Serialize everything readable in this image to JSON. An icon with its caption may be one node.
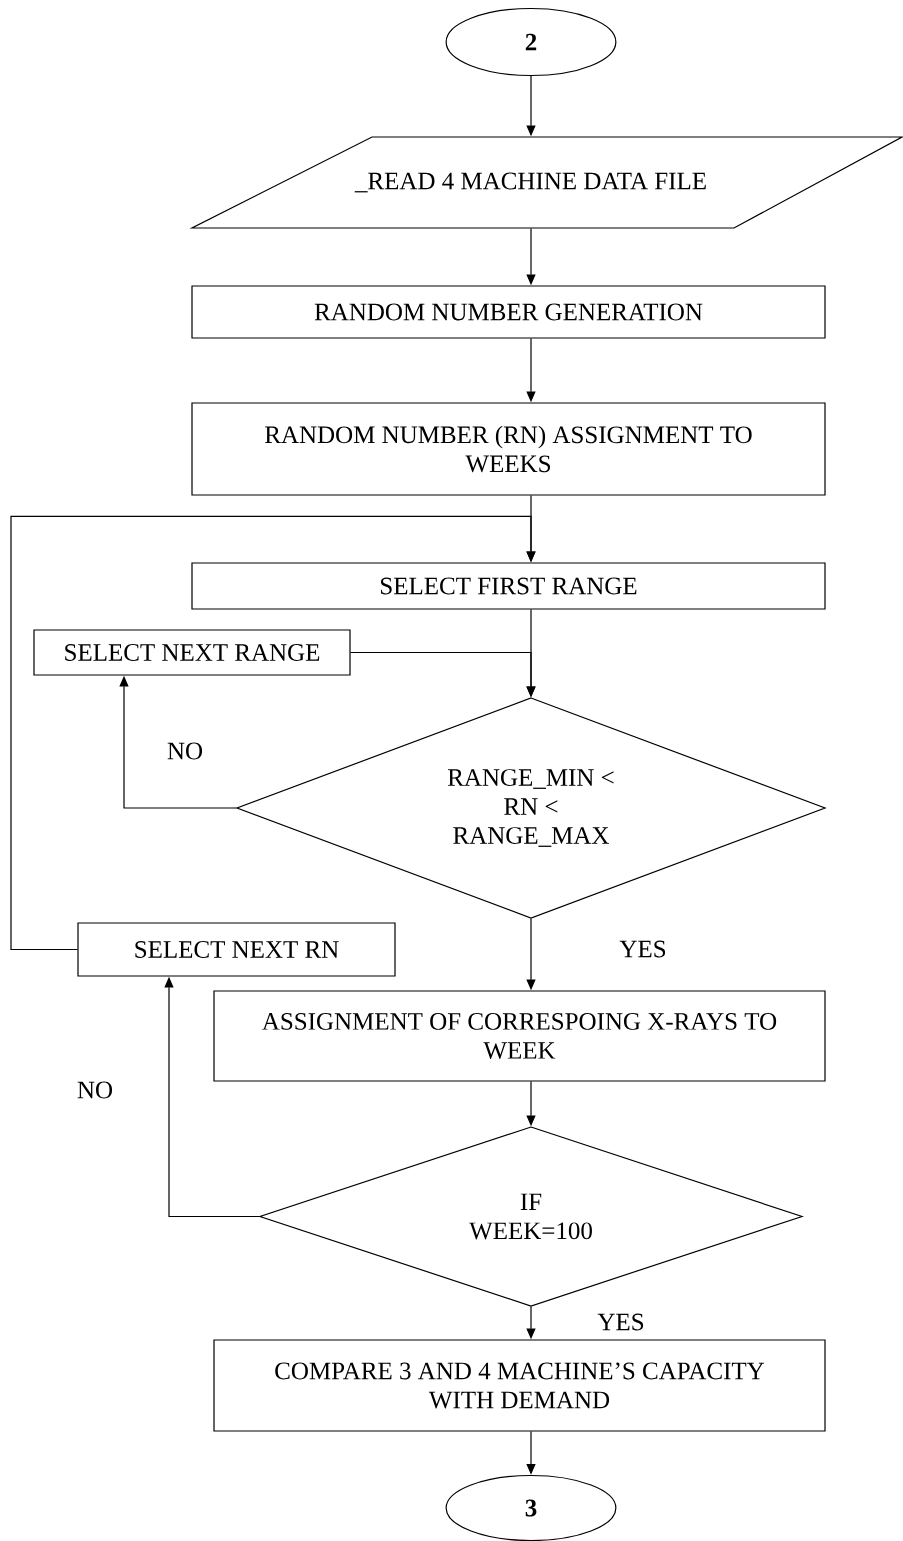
{
  "diagram": {
    "nodes": [
      {
        "text": [
          "2"
        ]
      },
      {
        "text": [
          "_READ 4 MACHINE DATA FILE"
        ]
      },
      {
        "text": [
          "RANDOM NUMBER GENERATION"
        ]
      },
      {
        "text": [
          "RANDOM NUMBER (RN) ASSIGNMENT TO WEEKS"
        ]
      },
      {
        "text": [
          "SELECT FIRST RANGE"
        ]
      },
      {
        "text": [
          "SELECT NEXT RANGE"
        ]
      },
      {
        "text": [
          "RANGE_MIN < RN < RANGE_MAX"
        ]
      },
      {
        "text": [
          "SELECT NEXT RN"
        ]
      },
      {
        "text": [
          "ASSIGNMENT OF CORRESPOING X-RAYS TO WEEK"
        ]
      },
      {
        "text": [
          "IF WEEK=100"
        ]
      },
      {
        "text": [
          "COMPARE 3 AND 4 MACHINE’S CAPACITY WITH DEMAND"
        ]
      },
      {
        "text": [
          "3"
        ]
      }
    ],
    "edges": [
      {
        "from": 0,
        "to": 1,
        "arrow": "to"
      },
      {
        "from": 1,
        "to": 2,
        "arrow": "to"
      },
      {
        "from": 2,
        "to": 3,
        "arrow": "to"
      },
      {
        "from": 3,
        "to": 4,
        "arrow": "to"
      },
      {
        "from": 4,
        "to": 6,
        "arrow": "to"
      },
      {
        "from": 5,
        "to": 6,
        "arrow": "to"
      },
      {
        "from": 6,
        "to": 5,
        "arrow": "to",
        "label": "NO"
      },
      {
        "from": 6,
        "to": 8,
        "arrow": "to",
        "label": "YES"
      },
      {
        "from": 7,
        "to": 4,
        "arrow": "to"
      },
      {
        "from": 8,
        "to": 9,
        "arrow": "to"
      },
      {
        "from": 9,
        "to": 7,
        "arrow": "to",
        "label": "NO"
      },
      {
        "from": 9,
        "to": 10,
        "arrow": "to",
        "label": "YES"
      },
      {
        "from": 10,
        "to": 11,
        "arrow": "to"
      }
    ]
  }
}
